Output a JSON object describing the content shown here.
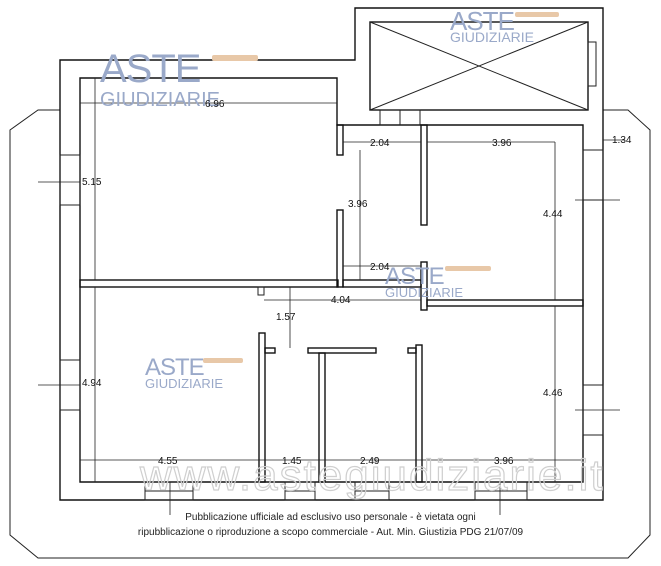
{
  "watermark": {
    "brand_top": "ASTE",
    "brand_bottom": "GIUDIZIARIE",
    "website": "www.astegiudiziarie.it"
  },
  "dimensions": {
    "top_left_width": "6.96",
    "left_upper_height": "5.15",
    "left_lower_height": "4.94",
    "corridor_top_width": "2.04",
    "right_room_width": "3.96",
    "corridor_height": "3.96",
    "corridor_bottom_width": "2.04",
    "mid_width": "4.04",
    "passage_depth": "1.57",
    "right_upper_height": "4.44",
    "right_lower_height": "4.46",
    "bottom_a": "4.55",
    "bottom_b": "1.45",
    "bottom_c": "2.49",
    "bottom_d": "3.96",
    "right_offset": "1.34"
  },
  "footer": {
    "line1": "Pubblicazione ufficiale ad esclusivo uso personale - è vietata ogni",
    "line2": "ripubblicazione o riproduzione a scopo commerciale - Aut. Min. Giustizia PDG 21/07/09"
  }
}
